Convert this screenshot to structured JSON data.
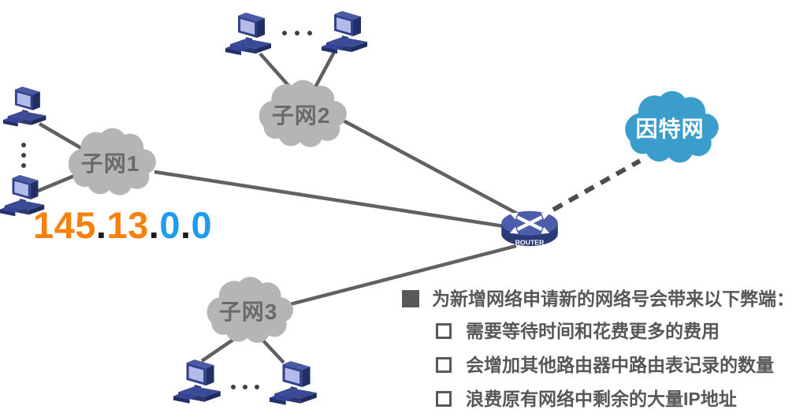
{
  "diagram": {
    "subnets": [
      {
        "label": "子网1"
      },
      {
        "label": "子网2"
      },
      {
        "label": "子网3"
      }
    ],
    "internet": {
      "label": "因特网",
      "color": "#3b9dcc"
    },
    "router": {
      "label": "ROUTER"
    },
    "ip": {
      "value": "145.13.0.0",
      "parts": [
        {
          "text": "145",
          "color": "#f6820b"
        },
        {
          "text": ".",
          "color": "#1a1a1a"
        },
        {
          "text": "13",
          "color": "#f6820b"
        },
        {
          "text": ".",
          "color": "#1a1a1a"
        },
        {
          "text": "0",
          "color": "#1f9cf0"
        },
        {
          "text": ".",
          "color": "#1a1a1a"
        },
        {
          "text": "0",
          "color": "#1f9cf0"
        }
      ]
    },
    "icons": {
      "computer": "desktop-pc-icon",
      "router": "router-icon",
      "cloud": "network-cloud-icon",
      "ellipsis": "more-hosts-dots"
    },
    "colors": {
      "cloud_gray": "#b5b5b5",
      "cloud_label": "#6a6a6a",
      "line": "#616161",
      "note_text": "#575757"
    }
  },
  "notes": {
    "heading": "为新增网络申请新的网络号会带来以下弊端：",
    "items": [
      "需要等待时间和花费更多的费用",
      "会增加其他路由器中路由表记录的数量",
      "浪费原有网络中剩余的大量IP地址"
    ]
  }
}
